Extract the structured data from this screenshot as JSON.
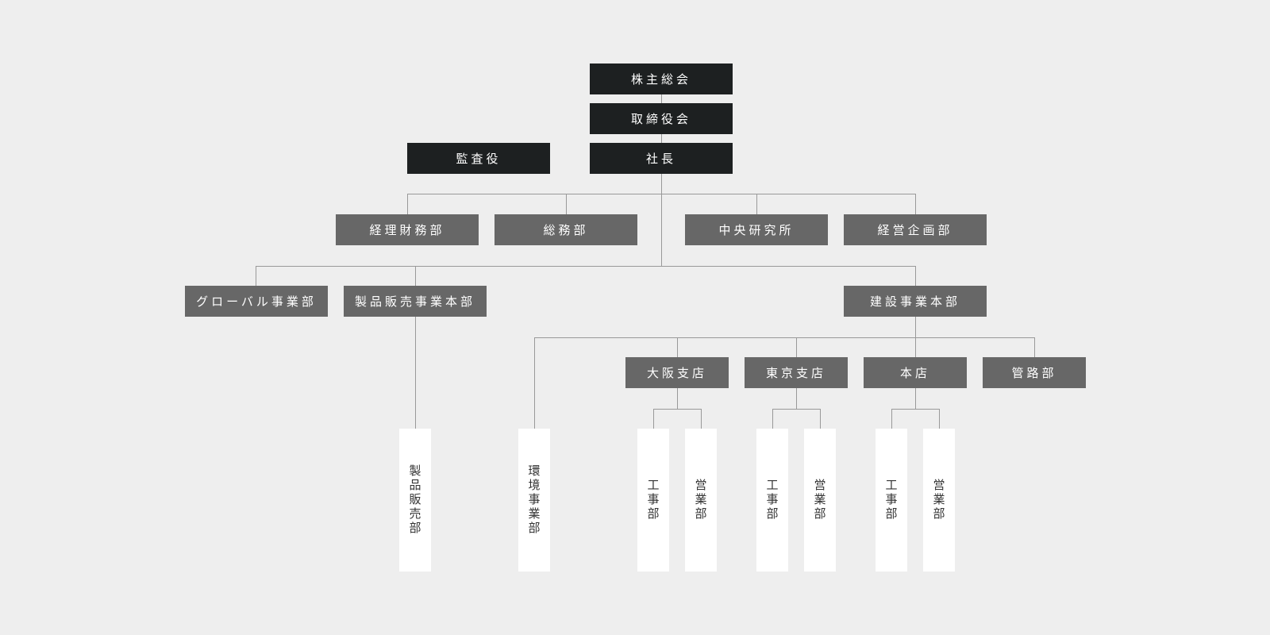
{
  "nodes": {
    "shareholders": "株主総会",
    "board": "取締役会",
    "auditor": "監査役",
    "president": "社長",
    "finance": "経理財務部",
    "general_affairs": "総務部",
    "central_research": "中央研究所",
    "corporate_planning": "経営企画部",
    "global": "グローバル事業部",
    "product_sales_hq": "製品販売事業本部",
    "construction_hq": "建設事業本部",
    "osaka": "大阪支店",
    "tokyo": "東京支店",
    "head_office": "本店",
    "pipeline": "管路部",
    "product_sales": "製品販売部",
    "environment": "環境事業部",
    "osaka_construction": "工事部",
    "osaka_sales": "営業部",
    "tokyo_construction": "工事部",
    "tokyo_sales": "営業部",
    "head_construction": "工事部",
    "head_sales": "営業部"
  },
  "colors": {
    "top_level": "#1d2021",
    "department": "#676767",
    "unit": "#ffffff",
    "connector": "#999999",
    "background": "#eeeeee"
  }
}
